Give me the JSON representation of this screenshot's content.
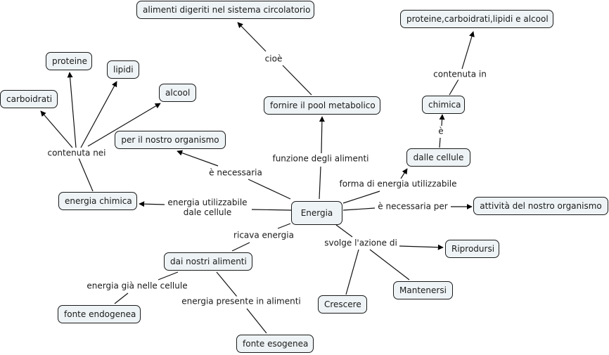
{
  "concepts": {
    "energia": "Energia",
    "alimenti_digeriti": "alimenti digeriti nel sistema circolatorio",
    "fornire_pool": "fornire il pool metabolico",
    "proteine_carb": "proteine,carboidrati,lipidi e alcool",
    "chimica": "chimica",
    "dalle_cellule": "dalle cellule",
    "proteine": "proteine",
    "lipidi": "lipidi",
    "carboidrati": "carboidrati",
    "alcool": "alcool",
    "per_organismo": "per il nostro organismo",
    "energia_chimica": "energia chimica",
    "attivita": "attività del nostro organismo",
    "riprodursi": "Riprodursi",
    "mantenersi": "Mantenersi",
    "crescere": "Crescere",
    "dai_alimenti": "dai nostri alimenti",
    "fonte_endogenea": "fonte endogenea",
    "fonte_esogenea": "fonte esogenea"
  },
  "links": {
    "cioe": "cioè",
    "contenuta_in": "contenuta in",
    "e": "è",
    "contenuta_nei": "contenuta nei",
    "funzione_alimenti": "funzione degli alimenti",
    "e_necessaria": "è necessaria",
    "forma_energia": "forma di energia utilizzabile",
    "energia_utilizzabile_1": "energia utilizzabile",
    "energia_utilizzabile_2": "dale cellule",
    "e_necessaria_per": "è necessaria per",
    "ricava_energia": "ricava energia",
    "svolge_azione": "svolge l'azione di",
    "energia_gia": "energia già nelle cellule",
    "energia_presente": "energia presente in alimenti"
  }
}
